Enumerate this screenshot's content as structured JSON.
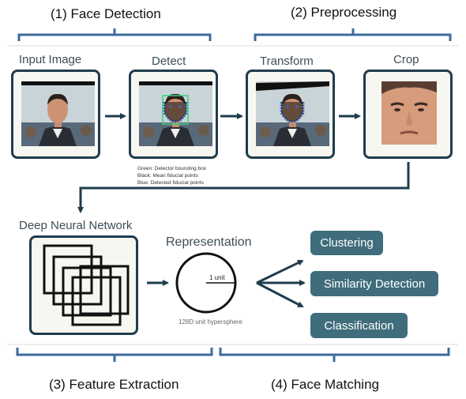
{
  "stages": {
    "face_detection": "(1) Face Detection",
    "preprocessing": "(2) Preprocessing",
    "feature_extraction": "(3) Feature Extraction",
    "face_matching": "(4) Face Matching"
  },
  "steps": {
    "input_image": "Input Image",
    "detect": "Detect",
    "transform": "Transform",
    "crop": "Crop",
    "dnn": "Deep Neural Network",
    "representation": "Representation"
  },
  "legend": [
    "Green: Detector bounding box",
    "Black: Mean fiducial points",
    "Blue: Detected fiducial points"
  ],
  "sphere": {
    "unit_label": "1 unit",
    "caption": "128D unit hypersphere"
  },
  "outputs": [
    "Clustering",
    "Similarity Detection",
    "Classification"
  ],
  "colors": {
    "panel_border": "#1f3c4c",
    "arrow": "#1f3c4c",
    "bracket": "#3c6b9d",
    "output_fill": "#3f6d7c",
    "label_text": "#3d4d56"
  }
}
